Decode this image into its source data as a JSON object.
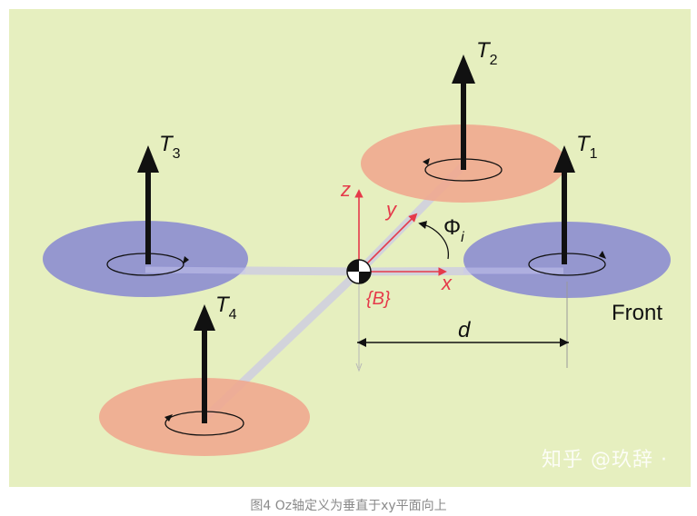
{
  "colors": {
    "background": "#e6efbf",
    "rotor_red": "#f0a88f",
    "rotor_blue": "#8e8fd0",
    "axis_red": "#e53a4a",
    "arm_grey": "#cfcfe0"
  },
  "labels": {
    "t1": "T",
    "t1_sub": "1",
    "t2": "T",
    "t2_sub": "2",
    "t3": "T",
    "t3_sub": "3",
    "t4": "T",
    "t4_sub": "4",
    "z": "z",
    "y": "y",
    "x": "x",
    "phi": "Φ",
    "phi_sub": "i",
    "body_frame": "{B}",
    "d": "d",
    "front": "Front"
  },
  "watermark": "知乎 @玖辞 ·",
  "caption": "图4 Oz轴定义为垂直于xy平面向上"
}
